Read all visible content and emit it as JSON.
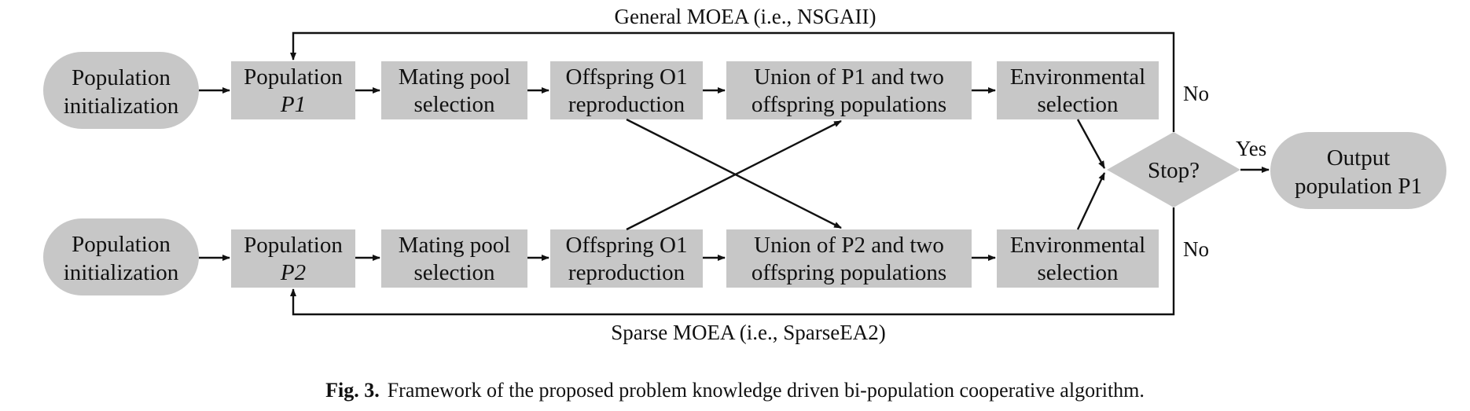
{
  "colors": {
    "node_fill": "#c7c7c7",
    "line": "#111111",
    "background": "#ffffff"
  },
  "top_loop_label": "General MOEA (i.e., NSGAII)",
  "bottom_loop_label": "Sparse MOEA (i.e., SparseEA2)",
  "top_row": {
    "init": [
      "Population",
      "initialization"
    ],
    "population": [
      "Population",
      "P1"
    ],
    "mating": [
      "Mating pool",
      "selection"
    ],
    "offspring": [
      "Offspring O1",
      "reproduction"
    ],
    "union": [
      "Union of P1 and two",
      "offspring populations"
    ],
    "env": [
      "Environmental",
      "selection"
    ]
  },
  "bottom_row": {
    "init": [
      "Population",
      "initialization"
    ],
    "population": [
      "Population",
      "P2"
    ],
    "mating": [
      "Mating pool",
      "selection"
    ],
    "offspring": [
      "Offspring O1",
      "reproduction"
    ],
    "union": [
      "Union of P2 and two",
      "offspring populations"
    ],
    "env": [
      "Environmental",
      "selection"
    ]
  },
  "decision": {
    "label": "Stop?",
    "no_top": "No",
    "no_bottom": "No",
    "yes": "Yes"
  },
  "output": [
    "Output",
    "population P1"
  ],
  "caption": {
    "label": "Fig. 3.",
    "text": "Framework of the proposed problem knowledge driven bi-population cooperative algorithm."
  }
}
